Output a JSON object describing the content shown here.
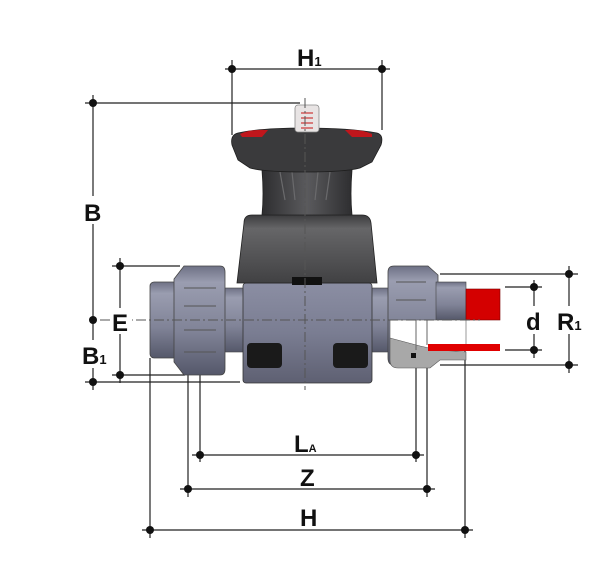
{
  "diagram": {
    "title": "Diaphragm valve with union ends - dimension drawing",
    "labels": {
      "H1": {
        "main": "H",
        "sub": "1"
      },
      "B": {
        "main": "B"
      },
      "B1": {
        "main": "B",
        "sub": "1"
      },
      "E": {
        "main": "E"
      },
      "d": {
        "main": "d"
      },
      "R1": {
        "main": "R",
        "sub": "1"
      },
      "LA": {
        "main": "L",
        "sub": "A"
      },
      "Z": {
        "main": "Z"
      },
      "H": {
        "main": "H"
      }
    },
    "colors": {
      "body": "#7a7d90",
      "handwheel": "#3a3a3c",
      "bonnet": "#4a4a4c",
      "pipe_red": "#d40000",
      "indicator_red": "#c0392b"
    }
  }
}
